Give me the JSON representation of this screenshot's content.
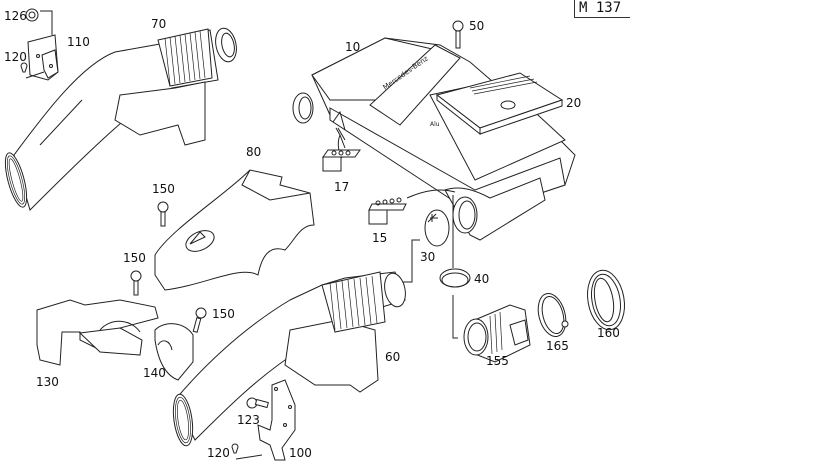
{
  "diagram": {
    "model_code": "M 137",
    "type": "exploded parts diagram — air intake / air filter housing",
    "parts": [
      {
        "id": "p10",
        "number": "10",
        "name": "air-filter-housing"
      },
      {
        "id": "p15",
        "number": "15",
        "name": "connector"
      },
      {
        "id": "p17",
        "number": "17",
        "name": "connector"
      },
      {
        "id": "p20",
        "number": "20",
        "name": "filter-element"
      },
      {
        "id": "p30",
        "number": "30",
        "name": "cap"
      },
      {
        "id": "p40",
        "number": "40",
        "name": "sealing-ring"
      },
      {
        "id": "p50",
        "number": "50",
        "name": "bolt"
      },
      {
        "id": "p60",
        "number": "60",
        "name": "intake-duct"
      },
      {
        "id": "p70",
        "number": "70",
        "name": "intake-duct"
      },
      {
        "id": "p80",
        "number": "80",
        "name": "cover"
      },
      {
        "id": "p100",
        "number": "100",
        "name": "bracket"
      },
      {
        "id": "p110",
        "number": "110",
        "name": "bracket"
      },
      {
        "id": "p120a",
        "number": "120",
        "name": "clip"
      },
      {
        "id": "p120b",
        "number": "120",
        "name": "clip"
      },
      {
        "id": "p123",
        "number": "123",
        "name": "bolt"
      },
      {
        "id": "p126",
        "number": "126",
        "name": "nut"
      },
      {
        "id": "p130",
        "number": "130",
        "name": "support"
      },
      {
        "id": "p140",
        "number": "140",
        "name": "rubber-mount"
      },
      {
        "id": "p150a",
        "number": "150",
        "name": "bolt"
      },
      {
        "id": "p150b",
        "number": "150",
        "name": "bolt"
      },
      {
        "id": "p150c",
        "number": "150",
        "name": "bolt"
      },
      {
        "id": "p155",
        "number": "155",
        "name": "air-mass-sensor"
      },
      {
        "id": "p160",
        "number": "160",
        "name": "boot"
      },
      {
        "id": "p165",
        "number": "165",
        "name": "hose-clamp"
      }
    ],
    "housing_text": [
      "Mercedes-Benz",
      "Alu"
    ]
  }
}
